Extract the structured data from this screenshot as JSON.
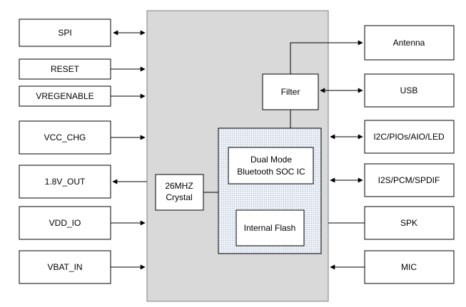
{
  "header": {
    "title": ""
  },
  "blocks": {
    "spi": "SPI",
    "reset": "RESET",
    "vregenable": "VREGENABLE",
    "vcc_chg": "VCC_CHG",
    "out_1v8": "1.8V_OUT",
    "vdd_io": "VDD_IO",
    "vbat_in": "VBAT_IN",
    "antenna": "Antenna",
    "usb": "USB",
    "i2c": "I2C/PIOs/AIO/LED",
    "i2s": "I2S/PCM/SPDIF",
    "spk": "SPK",
    "mic": "MIC",
    "filter": "Filter",
    "crystal_line1": "26MHZ",
    "crystal_line2": "Crystal",
    "soc_line1": "Dual Mode",
    "soc_line2": "Bluetooth SOC IC",
    "flash": "Internal Flash"
  },
  "colors": {
    "module_fill": "#d9d9d9",
    "module_border": "#7f7f7f",
    "chip_fill": "#e8eef6",
    "chip_dots": "#9fb2c8",
    "line": "#000000",
    "title": "#1f6fc7"
  }
}
